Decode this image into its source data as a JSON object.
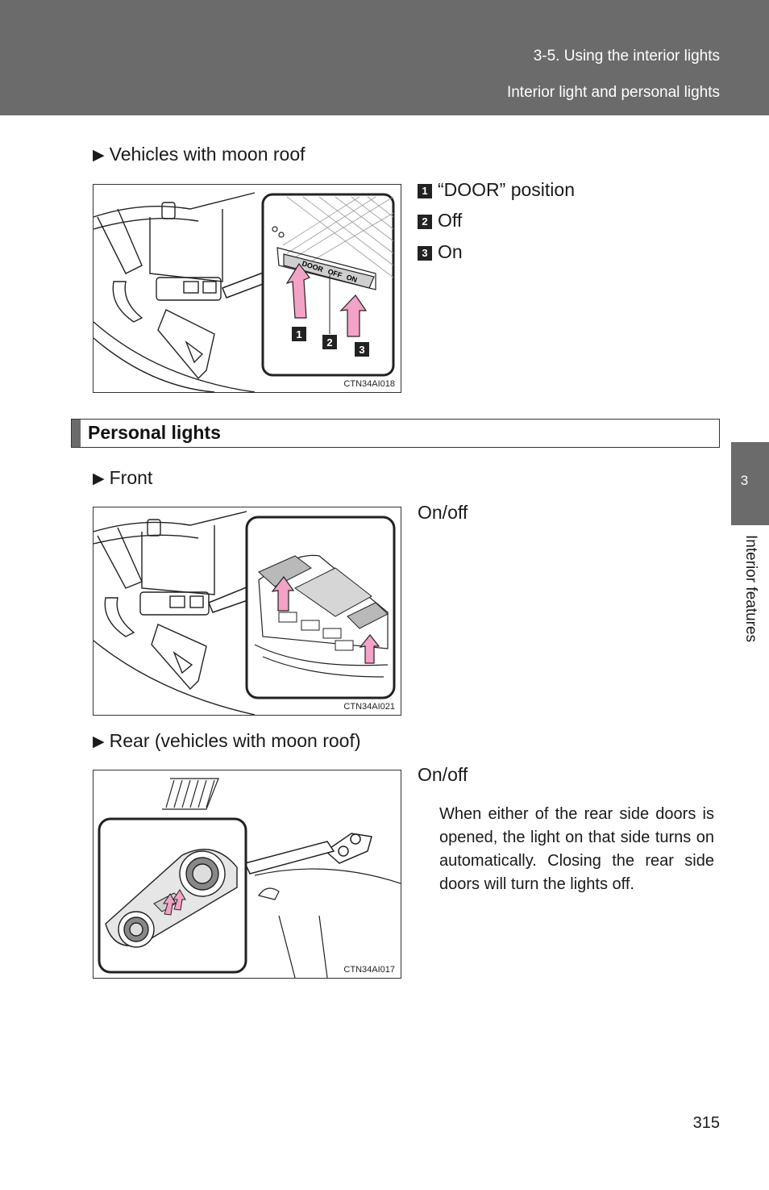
{
  "header": {
    "section": "3-5. Using the interior lights",
    "subsection": "Interior light and personal lights"
  },
  "side_tab": {
    "chapter_number": "3",
    "chapter_title": "Interior features"
  },
  "blocks": {
    "moon_roof": {
      "heading": "Vehicles with moon roof",
      "figure_code": "CTN34AI018",
      "switch_labels": [
        "DOOR",
        "OFF",
        "ON"
      ],
      "callouts": [
        {
          "num": "1",
          "text": "“DOOR” position"
        },
        {
          "num": "2",
          "text": "Off"
        },
        {
          "num": "3",
          "text": "On"
        }
      ]
    },
    "section_title": "Personal lights",
    "front": {
      "heading": "Front",
      "figure_code": "CTN34AI021",
      "callout": "On/off"
    },
    "rear": {
      "heading": "Rear (vehicles with moon roof)",
      "figure_code": "CTN34AI017",
      "callout": "On/off",
      "note": "When either of the rear side doors is opened, the light on that side turns on automatically. Closing the rear side doors will turn the lights off."
    }
  },
  "colors": {
    "header_gray": "#6b6b6b",
    "arrow_pink": "#f2a3c6",
    "text": "#1a1a1a"
  },
  "page_number": "315"
}
